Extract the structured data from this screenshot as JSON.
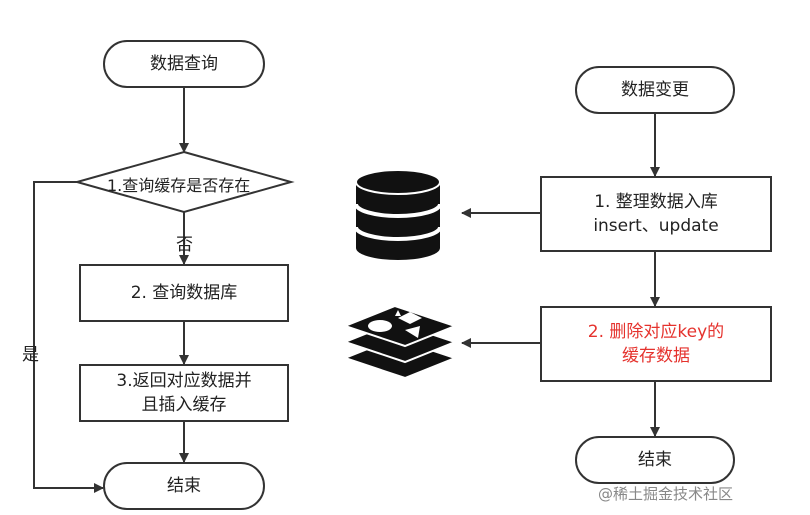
{
  "left_flow": {
    "start": "数据查询",
    "decision": "1.查询缓存是否存在",
    "no_label": "否",
    "yes_label": "是",
    "step2": "2. 查询数据库",
    "step3_line1": "3.返回对应数据并",
    "step3_line2": "且插入缓存",
    "end": "结束"
  },
  "right_flow": {
    "start": "数据变更",
    "step1_line1": "1. 整理数据入库",
    "step1_line2": "insert、update",
    "step2_line1": "2. 删除对应key的",
    "step2_line2": "缓存数据",
    "end": "结束"
  },
  "icons": [
    "database-icon",
    "redis-icon"
  ],
  "watermark": "@稀土掘金技术社区",
  "colors": {
    "stroke": "#333333",
    "highlight_text": "#e5322d"
  }
}
